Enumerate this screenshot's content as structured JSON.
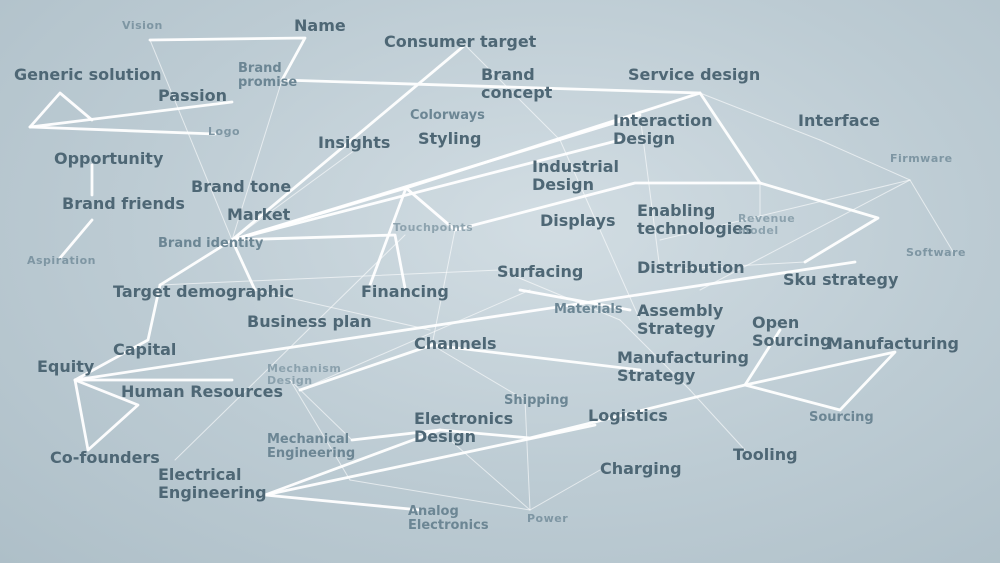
{
  "nodes": [
    {
      "id": "vision",
      "lines": [
        "Vision"
      ]
    },
    {
      "id": "name",
      "lines": [
        "Name"
      ]
    },
    {
      "id": "consumer-target",
      "lines": [
        "Consumer target"
      ]
    },
    {
      "id": "generic-solution",
      "lines": [
        "Generic solution"
      ]
    },
    {
      "id": "brand-promise",
      "lines": [
        "Brand",
        "promise"
      ]
    },
    {
      "id": "brand-concept",
      "lines": [
        "Brand",
        "concept"
      ]
    },
    {
      "id": "service-design",
      "lines": [
        "Service design"
      ]
    },
    {
      "id": "passion",
      "lines": [
        "Passion"
      ]
    },
    {
      "id": "logo",
      "lines": [
        "Logo"
      ]
    },
    {
      "id": "colorways",
      "lines": [
        "Colorways"
      ]
    },
    {
      "id": "styling",
      "lines": [
        "Styling"
      ]
    },
    {
      "id": "insights",
      "lines": [
        "Insights"
      ]
    },
    {
      "id": "interaction-design",
      "lines": [
        "Interaction",
        "Design"
      ]
    },
    {
      "id": "interface",
      "lines": [
        "Interface"
      ]
    },
    {
      "id": "opportunity",
      "lines": [
        "Opportunity"
      ]
    },
    {
      "id": "firmware",
      "lines": [
        "Firmware"
      ]
    },
    {
      "id": "industrial-design",
      "lines": [
        "Industrial",
        "Design"
      ]
    },
    {
      "id": "brand-tone",
      "lines": [
        "Brand tone"
      ]
    },
    {
      "id": "brand-friends",
      "lines": [
        "Brand friends"
      ]
    },
    {
      "id": "market",
      "lines": [
        "Market"
      ]
    },
    {
      "id": "displays",
      "lines": [
        "Displays"
      ]
    },
    {
      "id": "enabling-technologies",
      "lines": [
        "Enabling",
        "technologies"
      ]
    },
    {
      "id": "revenue-model",
      "lines": [
        "Revenue",
        "model"
      ]
    },
    {
      "id": "touchpoints",
      "lines": [
        "Touchpoints"
      ]
    },
    {
      "id": "brand-identity",
      "lines": [
        "Brand identity"
      ]
    },
    {
      "id": "software",
      "lines": [
        "Software"
      ]
    },
    {
      "id": "aspiration",
      "lines": [
        "Aspiration"
      ]
    },
    {
      "id": "distribution",
      "lines": [
        "Distribution"
      ]
    },
    {
      "id": "surfacing",
      "lines": [
        "Surfacing"
      ]
    },
    {
      "id": "sku-strategy",
      "lines": [
        "Sku strategy"
      ]
    },
    {
      "id": "target-demographic",
      "lines": [
        "Target demographic"
      ]
    },
    {
      "id": "financing",
      "lines": [
        "Financing"
      ]
    },
    {
      "id": "materials",
      "lines": [
        "Materials"
      ]
    },
    {
      "id": "assembly-strategy",
      "lines": [
        "Assembly",
        "Strategy"
      ]
    },
    {
      "id": "business-plan",
      "lines": [
        "Business plan"
      ]
    },
    {
      "id": "open-sourcing",
      "lines": [
        "Open",
        "Sourcing"
      ]
    },
    {
      "id": "manufacturing",
      "lines": [
        "Manufacturing"
      ]
    },
    {
      "id": "capital",
      "lines": [
        "Capital"
      ]
    },
    {
      "id": "channels",
      "lines": [
        "Channels"
      ]
    },
    {
      "id": "manufacturing-strategy",
      "lines": [
        "Manufacturing",
        "Strategy"
      ]
    },
    {
      "id": "equity",
      "lines": [
        "Equity"
      ]
    },
    {
      "id": "mechanism-design",
      "lines": [
        "Mechanism",
        "Design"
      ]
    },
    {
      "id": "human-resources",
      "lines": [
        "Human Resources"
      ]
    },
    {
      "id": "shipping",
      "lines": [
        "Shipping"
      ]
    },
    {
      "id": "electronics-design",
      "lines": [
        "Electronics",
        "Design"
      ]
    },
    {
      "id": "logistics",
      "lines": [
        "Logistics"
      ]
    },
    {
      "id": "sourcing",
      "lines": [
        "Sourcing"
      ]
    },
    {
      "id": "mechanical-engineering",
      "lines": [
        "Mechanical",
        "Engineering"
      ]
    },
    {
      "id": "co-founders",
      "lines": [
        "Co-founders"
      ]
    },
    {
      "id": "tooling",
      "lines": [
        "Tooling"
      ]
    },
    {
      "id": "charging",
      "lines": [
        "Charging"
      ]
    },
    {
      "id": "electrical-engineering",
      "lines": [
        "Electrical",
        "Engineering"
      ]
    },
    {
      "id": "analog-electronics",
      "lines": [
        "Analog",
        "Electronics"
      ]
    },
    {
      "id": "power",
      "lines": [
        "Power"
      ]
    }
  ],
  "colors": {
    "background": "#c4d1d8",
    "label": "#4e6775",
    "label_light": "#7e96a3",
    "edge": "#ffffff"
  }
}
